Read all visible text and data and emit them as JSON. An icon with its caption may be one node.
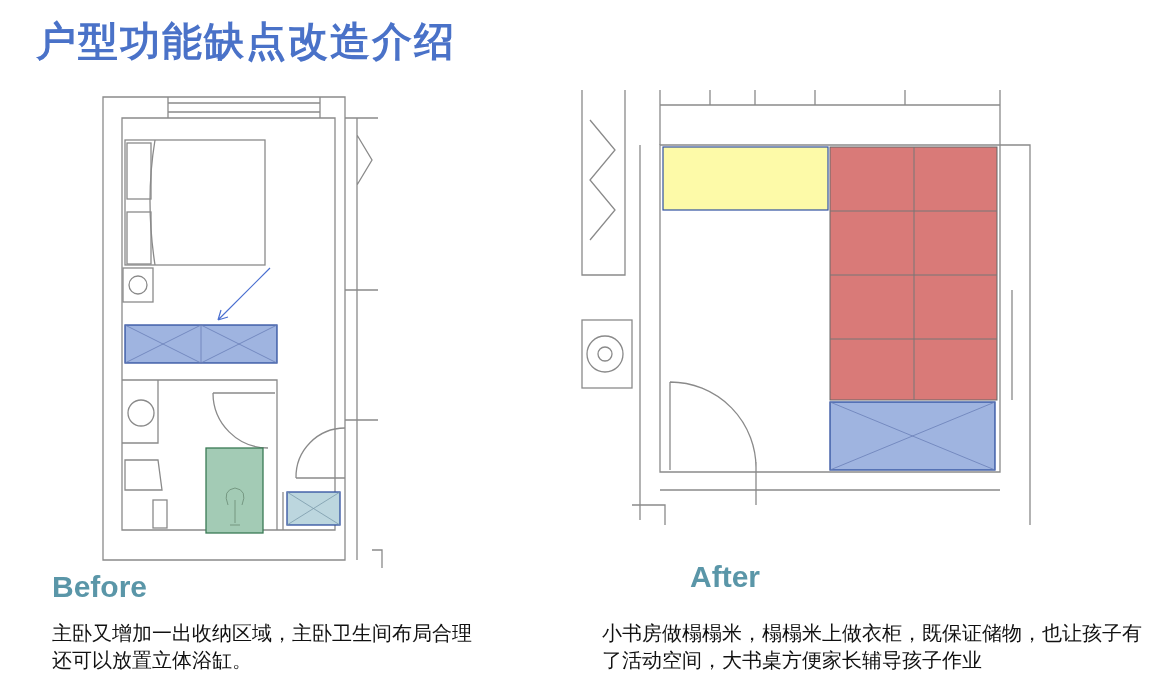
{
  "diagram": {
    "title": "户型功能缺点改造介绍",
    "labels": [
      "Before",
      "主卧又增加一出收纳区域，主卧卫生间布局合理还可以放置立体浴缸。",
      "After",
      "小书房做榻榻米，榻榻米上做衣柜，既保证储物，也让孩子有了活动空间，大书桌方便家长辅导孩子作业"
    ]
  }
}
